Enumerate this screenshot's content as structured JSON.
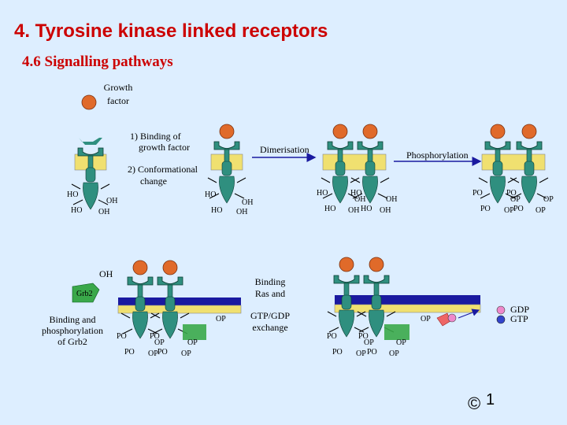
{
  "slide": {
    "title": "4.   Tyrosine kinase linked receptors",
    "subtitle": "4.6  Signalling pathways",
    "copyright": "©",
    "slide_number": "1"
  },
  "labels": {
    "growth_factor_1": "Growth",
    "growth_factor_2": "factor",
    "step1_1": "1)  Binding of",
    "step1_2": "growth factor",
    "step2_1": "2) Conformational",
    "step2_2": "change",
    "dimerisation": "Dimerisation",
    "phosphorylation": "Phosphorylation",
    "grb2_1": "Binding and",
    "grb2_2": "phosphorylation",
    "grb2_3": "of Grb2",
    "grb2_name": "Grb2",
    "ras_1": "Binding",
    "ras_2": "Ras and",
    "gtp_1": "GTP/GDP",
    "gtp_2": "exchange",
    "gdp": "GDP",
    "gtp": "GTP"
  },
  "groups": {
    "ho": "HO",
    "oh": "OH",
    "po": "PO",
    "op": "OP"
  },
  "colors": {
    "title": "#cc0000",
    "background": "#ddeeff",
    "growth_factor": "#e06a2a",
    "receptor": "#2f8f7f",
    "membrane": "#f0e070",
    "arrow": "#1a1aa0",
    "gdp_dot": "#ee88cc",
    "gtp_dot": "#3344cc"
  }
}
